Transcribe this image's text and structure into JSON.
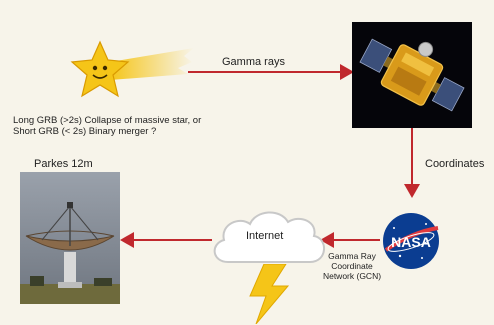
{
  "labels": {
    "gamma_rays": "Gamma rays",
    "grb_line1": "Long GRB (>2s) Collapse of massive star, or",
    "grb_line2": "Short GRB (< 2s) Binary merger ?",
    "coordinates": "Coordinates",
    "parkes": "Parkes 12m",
    "internet": "Internet",
    "nasa": "NASA",
    "gcn_line1": "Gamma Ray",
    "gcn_line2": "Coordinate",
    "gcn_line3": "Network (GCN)"
  },
  "icons": {
    "star": "shooting-star-smiley",
    "satellite": "gamma-ray-satellite",
    "nasa": "nasa-meatball-logo",
    "cloud": "internet-cloud",
    "lightning": "lightning-bolt",
    "dish": "parkes-radio-telescope"
  },
  "colors": {
    "background": "#f7f4ea",
    "arrow": "#c0282d",
    "star": "#f5c518",
    "nasa_blue": "#0b3d91",
    "space": "#05050a",
    "sky": "#7f8793"
  }
}
